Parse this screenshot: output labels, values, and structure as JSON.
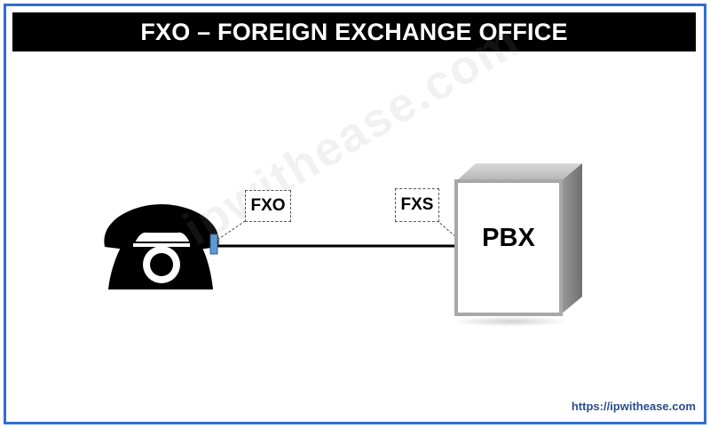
{
  "title": "FXO – FOREIGN EXCHANGE OFFICE",
  "labels": {
    "fxo": "FXO",
    "fxs": "FXS",
    "pbx": "PBX"
  },
  "watermark": "ipwithease.com",
  "footer": "https://ipwithease.com",
  "colors": {
    "frame_border": "#2f6fd0",
    "title_background": "#000000",
    "title_text": "#ffffff",
    "port": "#5b9bd5",
    "pbx_face": "#ffffff",
    "pbx_border": "#a8a8a8"
  },
  "icons": [
    "telephone-icon",
    "pbx-server-icon"
  ]
}
